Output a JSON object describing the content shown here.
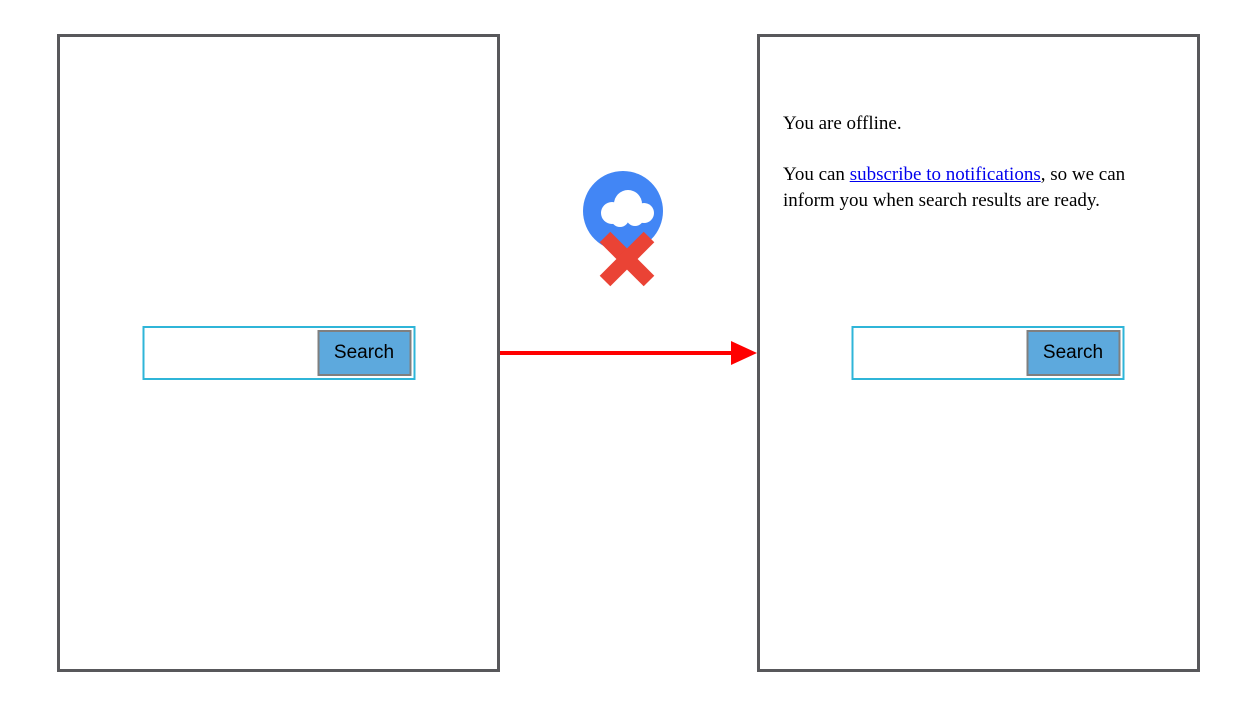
{
  "colors": {
    "panel_border": "#58585B",
    "input_border": "#2FB5D8",
    "button_bg": "#5DA9DD",
    "button_border": "#7F7F7F",
    "button_text": "#000000",
    "icon_circle_blue": "#4286F5",
    "icon_x_red": "#EA4335",
    "arrow_red": "#FF0000",
    "link_blue": "#0000EE",
    "text_black": "#000000"
  },
  "left_panel": {
    "search_form": {
      "input_value": "",
      "button_label": "Search"
    }
  },
  "connector": {
    "icon": "offline-cloud-with-red-x",
    "arrow": "red-arrow-left-to-right"
  },
  "right_panel": {
    "offline_message": "You are offline.",
    "notification_sentence": {
      "prefix": "You can ",
      "link_text": "subscribe to notifications",
      "suffix": ", so we can inform you when search results are ready."
    },
    "search_form": {
      "input_value": "",
      "button_label": "Search"
    }
  }
}
